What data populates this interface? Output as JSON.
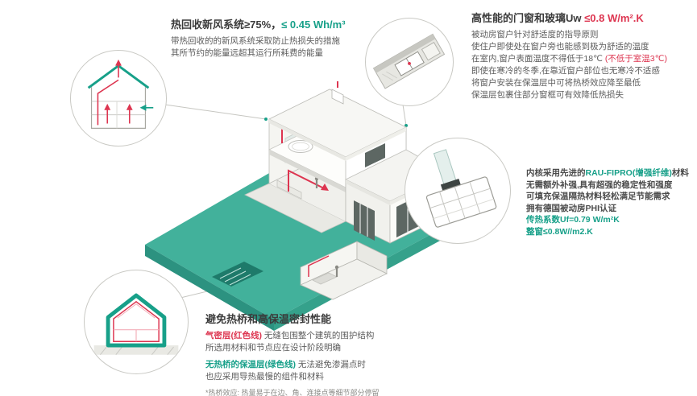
{
  "colors": {
    "teal": "#17a089",
    "red": "#dd3550",
    "dark_text": "#3b3b3b",
    "body_text": "#5d5d5d",
    "ground_teal": "#42b19b"
  },
  "ventilation": {
    "title_main": "热回收新风系统≥75%，",
    "title_accent": "≤ 0.45 Wh/m³",
    "line1": "带热回收的的新风系统采取防止热损失的措施",
    "line2": "其所节约的能量远超其运行所耗费的能量"
  },
  "windows": {
    "title_main": "高性能的门窗和玻璃Uw ",
    "title_accent": "≤0.8 W/m².K",
    "line1": "被动房窗户针对舒适度的指导原则",
    "line2": "使住户即使处在窗户旁也能感到极为舒适的温度",
    "line3_pre": "在室内,窗户表面温度不得低于18℃ ",
    "line3_red": "(不低于室温3℃)",
    "line4": "即使在寒冷的冬季,在靠近窗户部位也无寒冷不适感",
    "line5": "将窗户安装在保温层中可将热桥效应降至最低",
    "line6": "保温层包裹住部分窗框可有效降低热损失"
  },
  "profile": {
    "line1_pre": "内核采用先进的",
    "line1_accent": "RAU-FIPRO(增强纤维)",
    "line1_post": "材料",
    "line2": "无需额外补强,具有超强的稳定性和强度",
    "line3": "可填充保温隔热材料轻松满足节能需求",
    "line4": "拥有德国被动房PHI认证",
    "line5": "传热系数Uf=0.79 W/m²K",
    "line6": "整窗≤0.8W//m2.K"
  },
  "thermal": {
    "title": "避免热桥和高保温密封性能",
    "line1_accent": "气密层(红色线)",
    "line1_rest": " 无缝包围整个建筑的围护结构",
    "line2": "所选用材料和节点应在设计阶段明确",
    "line3_accent": "无热桥的保温层(绿色线)",
    "line3_rest": " 无法避免渗漏点时",
    "line4": "也应采用导热最慢的组件和材料",
    "footnote": "*热桥效应: 热量易于在边、角、连接点等细节部分停留"
  }
}
